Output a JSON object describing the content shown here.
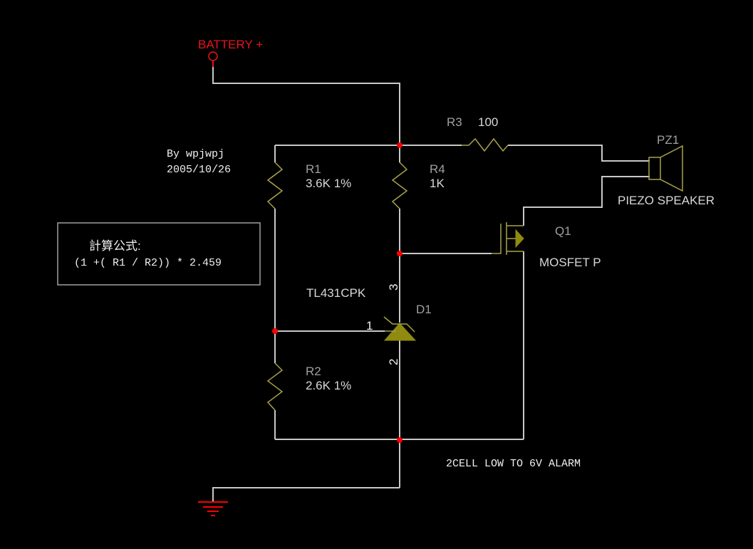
{
  "power": {
    "label": "BATTERY +",
    "color": "#e8141e"
  },
  "author": {
    "line1": "By wpjwpj",
    "line2": "2005/10/26"
  },
  "formula": {
    "title": "計算公式:",
    "expression": "(1 +( R1 / R2)) * 2.459"
  },
  "components": {
    "R1": {
      "ref": "R1",
      "value": "3.6K 1%"
    },
    "R2": {
      "ref": "R2",
      "value": "2.6K 1%"
    },
    "R3": {
      "ref": "R3",
      "value": "100"
    },
    "R4": {
      "ref": "R4",
      "value": "1K"
    },
    "D1": {
      "ref": "D1",
      "value": "TL431CPK",
      "pins": {
        "p1": "1",
        "p2": "2",
        "p3": "3"
      }
    },
    "Q1": {
      "ref": "Q1",
      "value": "MOSFET P"
    },
    "PZ1": {
      "ref": "PZ1",
      "value": "PIEZO SPEAKER"
    }
  },
  "caption": "2CELL LOW TO 6V ALARM",
  "colors": {
    "wire": "#c8c8c8",
    "component": "#a8a24a",
    "junction": "#ff0000",
    "ground": "#ff0000"
  }
}
